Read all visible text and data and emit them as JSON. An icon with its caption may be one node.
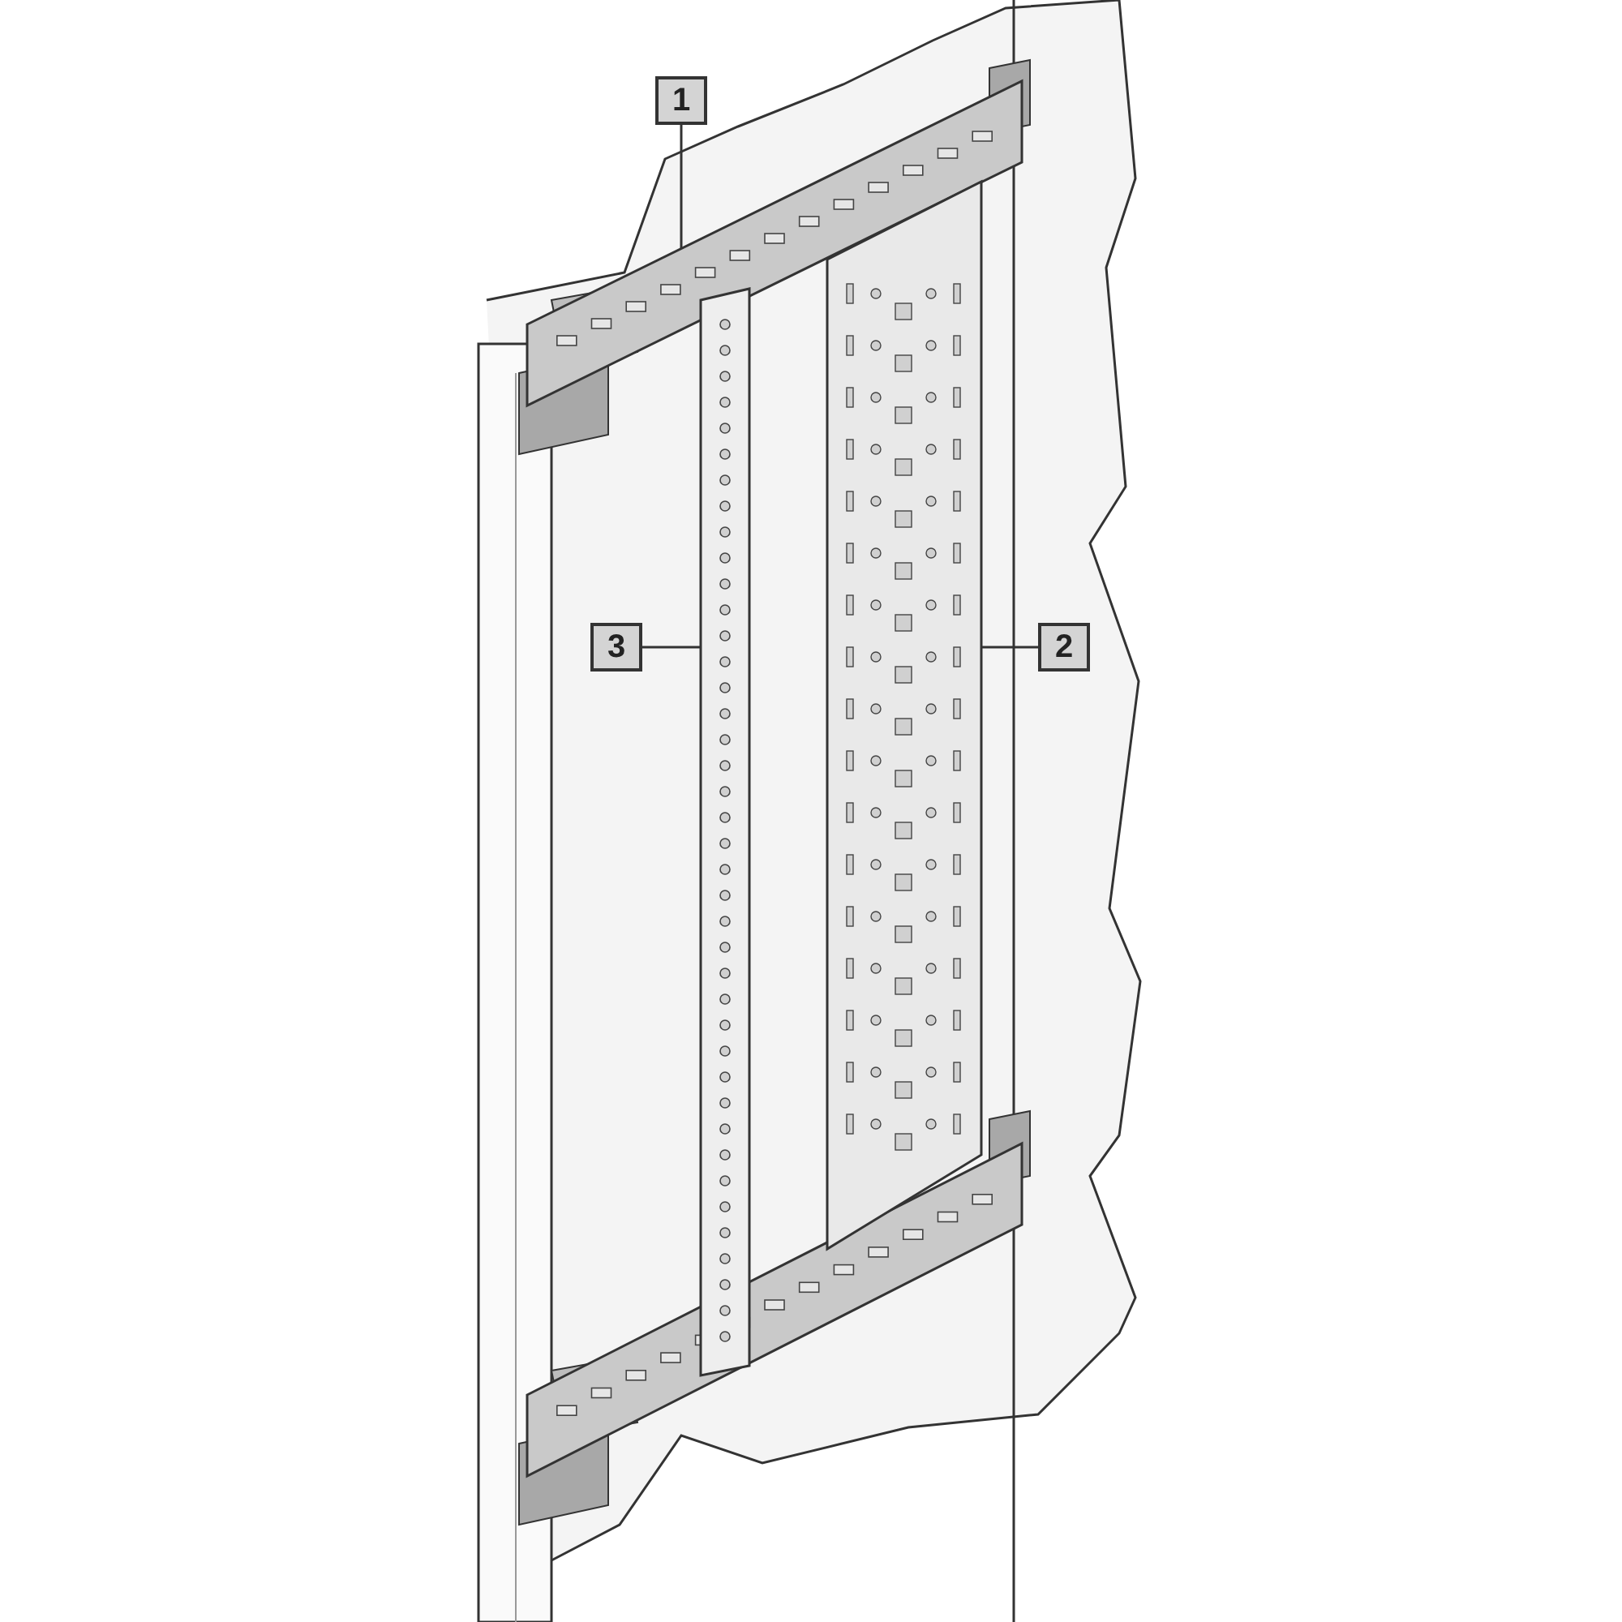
{
  "diagram": {
    "nodes": [
      {
        "text": [
          "1"
        ]
      },
      {
        "text": [
          "3"
        ]
      },
      {
        "text": [
          "2"
        ]
      },
      {
        "text": [],
        "shape": "bar"
      },
      {
        "text": [],
        "shape": "bar"
      },
      {
        "text": [],
        "shape": "bar"
      },
      {
        "text": [],
        "shape": "bar"
      }
    ],
    "edges": [
      {
        "from": 0,
        "to": 3,
        "arrow": "none"
      },
      {
        "from": 1,
        "to": 4,
        "arrow": "none"
      },
      {
        "from": 2,
        "to": 5,
        "arrow": "none"
      }
    ]
  }
}
